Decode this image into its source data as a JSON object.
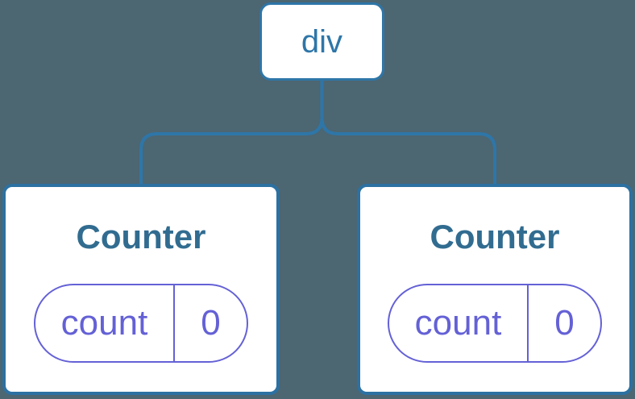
{
  "diagram": {
    "root": {
      "label": "div"
    },
    "children": [
      {
        "title": "Counter",
        "state": {
          "name": "count",
          "value": "0"
        }
      },
      {
        "title": "Counter",
        "state": {
          "name": "count",
          "value": "0"
        }
      }
    ],
    "colors": {
      "background": "#4C6672",
      "node_border": "#2E76A8",
      "node_text": "#2E76A8",
      "card_border": "#2C71A2",
      "card_background": "#FFFFFF",
      "title_text": "#316C90",
      "state_accent": "#6461D6"
    }
  }
}
